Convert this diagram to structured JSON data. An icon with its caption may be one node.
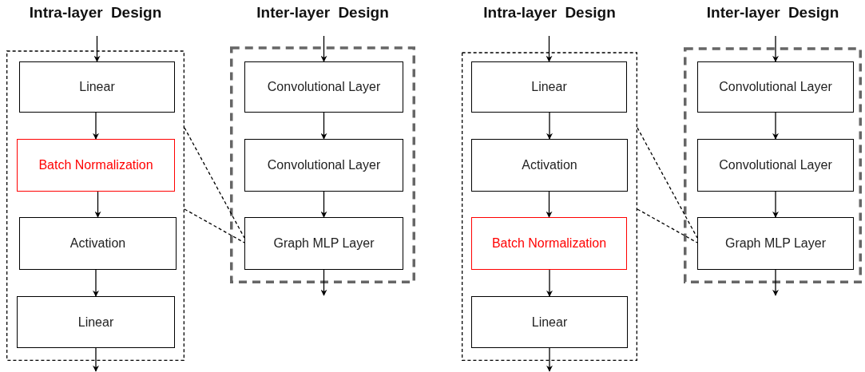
{
  "diagram": {
    "nodes": [
      {
        "text": [
          "Intra-layer Design"
        ]
      },
      {
        "text": [
          "Linear"
        ],
        "in": 0
      },
      {
        "text": [
          "Batch Normalization"
        ],
        "in": 0
      },
      {
        "text": [
          "Activation"
        ],
        "in": 0
      },
      {
        "text": [
          "Linear"
        ],
        "in": 0
      },
      {
        "text": [
          "Inter-layer Design"
        ]
      },
      {
        "text": [
          "Convolutional Layer"
        ],
        "in": 5
      },
      {
        "text": [
          "Convolutional Layer"
        ],
        "in": 5
      },
      {
        "text": [
          "Graph MLP Layer"
        ],
        "in": 5
      },
      {
        "text": [
          "Intra-layer Design"
        ]
      },
      {
        "text": [
          "Linear"
        ],
        "in": 9
      },
      {
        "text": [
          "Activation"
        ],
        "in": 9
      },
      {
        "text": [
          "Batch Normalization"
        ],
        "in": 9
      },
      {
        "text": [
          "Linear"
        ],
        "in": 9
      },
      {
        "text": [
          "Inter-layer Design"
        ]
      },
      {
        "text": [
          "Convolutional Layer"
        ],
        "in": 14
      },
      {
        "text": [
          "Convolutional Layer"
        ],
        "in": 14
      },
      {
        "text": [
          "Graph MLP Layer"
        ],
        "in": 14
      }
    ],
    "edges": [
      {
        "from": null,
        "to": 1,
        "arrow": "to"
      },
      {
        "from": 1,
        "to": 2,
        "arrow": "to"
      },
      {
        "from": 2,
        "to": 3,
        "arrow": "to"
      },
      {
        "from": 3,
        "to": 4,
        "arrow": "to"
      },
      {
        "from": 4,
        "to": null,
        "arrow": "to"
      },
      {
        "from": null,
        "to": 6,
        "arrow": "to"
      },
      {
        "from": 6,
        "to": 7,
        "arrow": "to"
      },
      {
        "from": 7,
        "to": 8,
        "arrow": "to"
      },
      {
        "from": 8,
        "to": null,
        "arrow": "to"
      },
      {
        "from": 0,
        "to": 8,
        "arrow": "none",
        "style": "dashed"
      },
      {
        "from": 0,
        "to": 8,
        "arrow": "none",
        "style": "dashed"
      },
      {
        "from": null,
        "to": 10,
        "arrow": "to"
      },
      {
        "from": 10,
        "to": 11,
        "arrow": "to"
      },
      {
        "from": 11,
        "to": 12,
        "arrow": "to"
      },
      {
        "from": 12,
        "to": 13,
        "arrow": "to"
      },
      {
        "from": 13,
        "to": null,
        "arrow": "to"
      },
      {
        "from": null,
        "to": 15,
        "arrow": "to"
      },
      {
        "from": 15,
        "to": 16,
        "arrow": "to"
      },
      {
        "from": 16,
        "to": 17,
        "arrow": "to"
      },
      {
        "from": 17,
        "to": null,
        "arrow": "to"
      },
      {
        "from": 9,
        "to": 17,
        "arrow": "none",
        "style": "dashed"
      },
      {
        "from": 9,
        "to": 17,
        "arrow": "none",
        "style": "dashed"
      }
    ]
  }
}
